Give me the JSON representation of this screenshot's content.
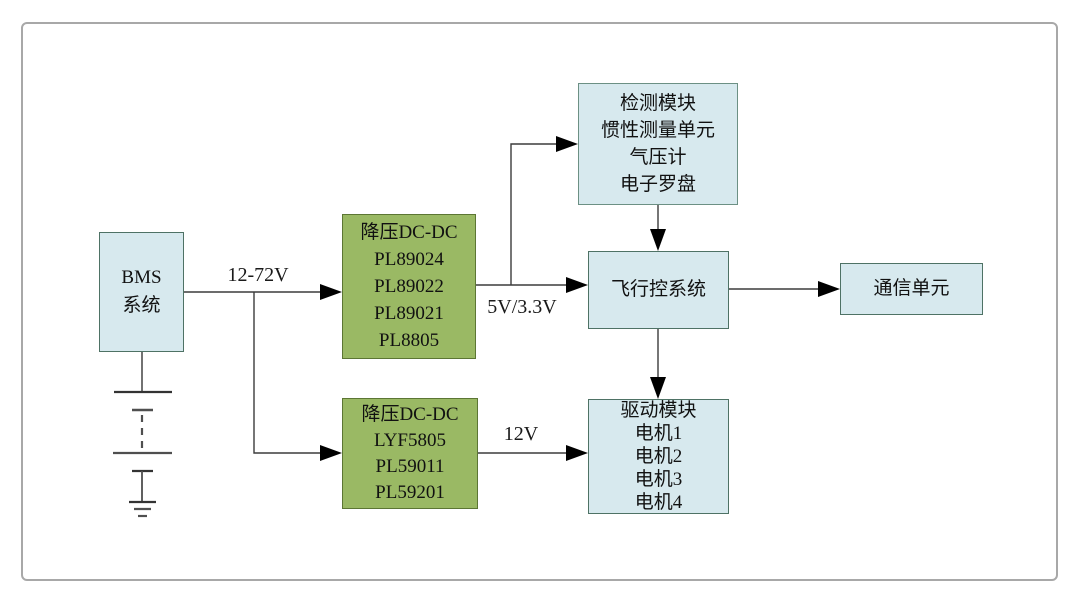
{
  "diagram": {
    "title_hint": "UAV power and flight-control block diagram",
    "boxes": {
      "bms": {
        "lines": [
          "BMS",
          "系统"
        ]
      },
      "dcdc_upper": {
        "lines": [
          "降压DC-DC",
          "PL89024",
          "PL89022",
          "PL89021",
          "PL8805"
        ]
      },
      "sensor": {
        "lines": [
          "检测模块",
          "惯性测量单元",
          "气压计",
          "电子罗盘"
        ]
      },
      "flight": {
        "lines": [
          "飞行控系统"
        ]
      },
      "comm": {
        "lines": [
          "通信单元"
        ]
      },
      "dcdc_lower": {
        "lines": [
          "降压DC-DC",
          "LYF5805",
          "PL59011",
          "PL59201"
        ]
      },
      "drive": {
        "lines": [
          "驱动模块",
          "电机1",
          "电机2",
          "电机3",
          "电机4"
        ]
      }
    },
    "labels": {
      "bus_voltage": "12-72V",
      "logic_voltage": "5V/3.3V",
      "motor_voltage": "12V"
    },
    "icons": {
      "battery": "battery-cells-symbol",
      "ground": "earth-ground-symbol"
    },
    "colors": {
      "box_blue_fill": "#d7e9ee",
      "box_blue_border": "#4e7265",
      "box_green_fill": "#9ab964",
      "box_green_border": "#5c7634",
      "wire": "#3c3c3c",
      "arrowhead": "#000000",
      "frame_border": "#a8a8a8"
    }
  }
}
